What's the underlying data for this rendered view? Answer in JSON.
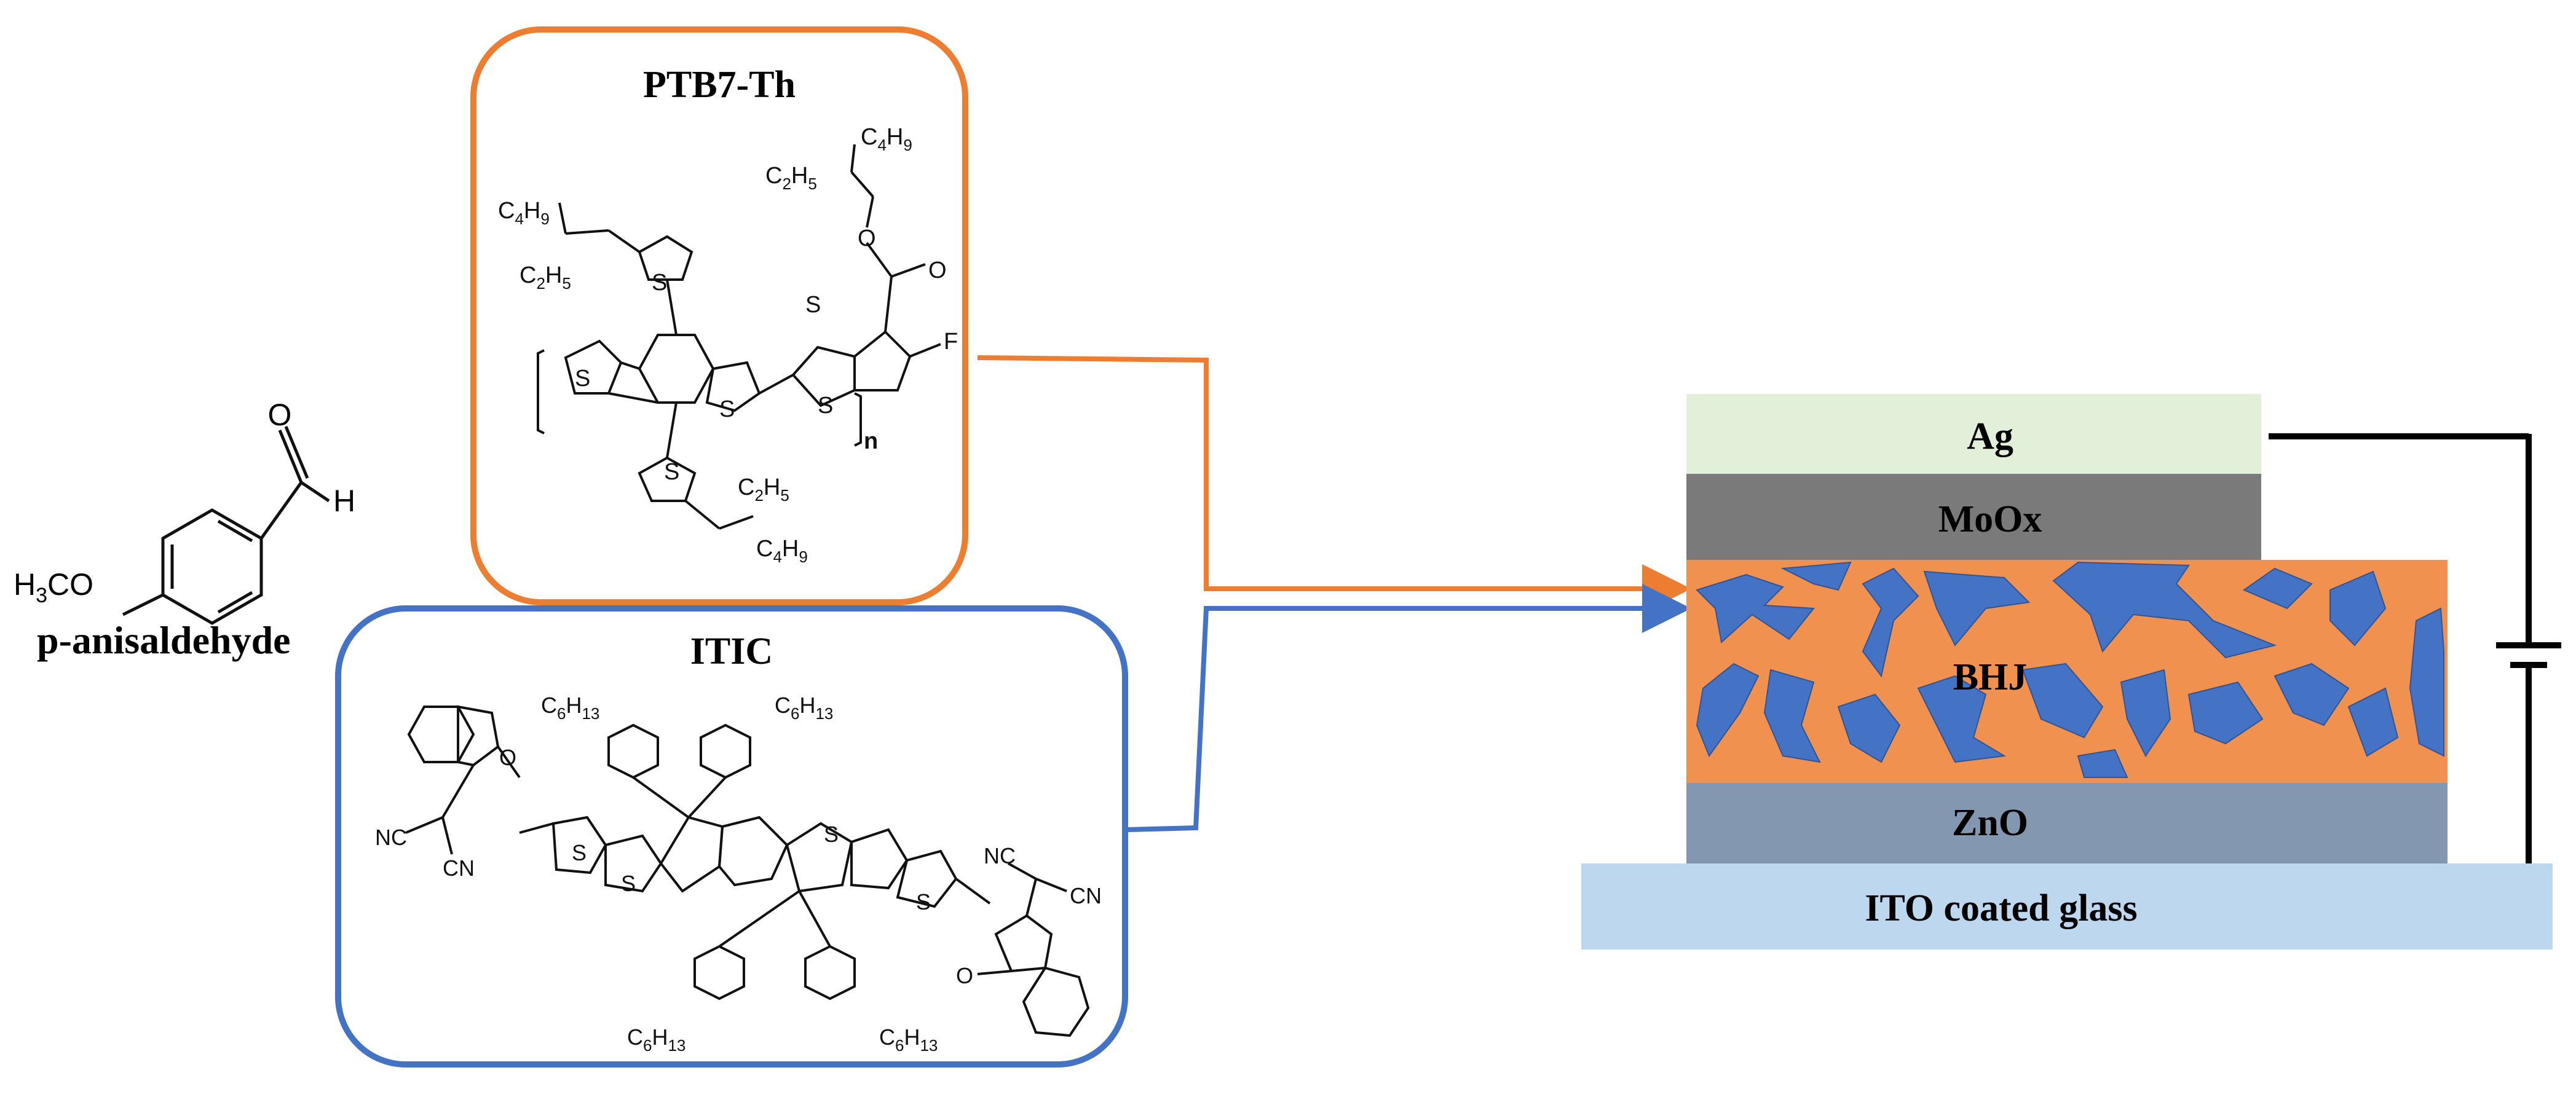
{
  "molecules": {
    "anisaldehyde": {
      "name": "p-anisaldehyde",
      "aldehyde_o": "O",
      "aldehyde_h": "H",
      "methoxy": "H3CO"
    },
    "ptb7th": {
      "title": "PTB7-Th",
      "repeat": "n",
      "ester_o1": "O",
      "ester_o2": "O",
      "fluorine": "F",
      "sulfur": "S",
      "c4h9": "C4H9",
      "c2h5": "C2H5"
    },
    "itic": {
      "title": "ITIC",
      "c6h13": "C6H13",
      "nc": "NC",
      "cn": "CN",
      "oxygen": "O",
      "sulfur": "S"
    }
  },
  "device": {
    "layers": [
      {
        "label": "Ag",
        "color": "#e2efd9"
      },
      {
        "label": "MoOx",
        "color": "#7a7a7a"
      },
      {
        "label": "BHJ",
        "color": "#f0914f"
      },
      {
        "label": "ZnO",
        "color": "#8497b0"
      },
      {
        "label": "ITO coated glass",
        "color": "#bdd7ee"
      }
    ],
    "domain_color": "#4472c4"
  },
  "colors": {
    "ptb7th_box": "#ed7d31",
    "itic_box": "#4472c4",
    "circuit": "#000000"
  }
}
